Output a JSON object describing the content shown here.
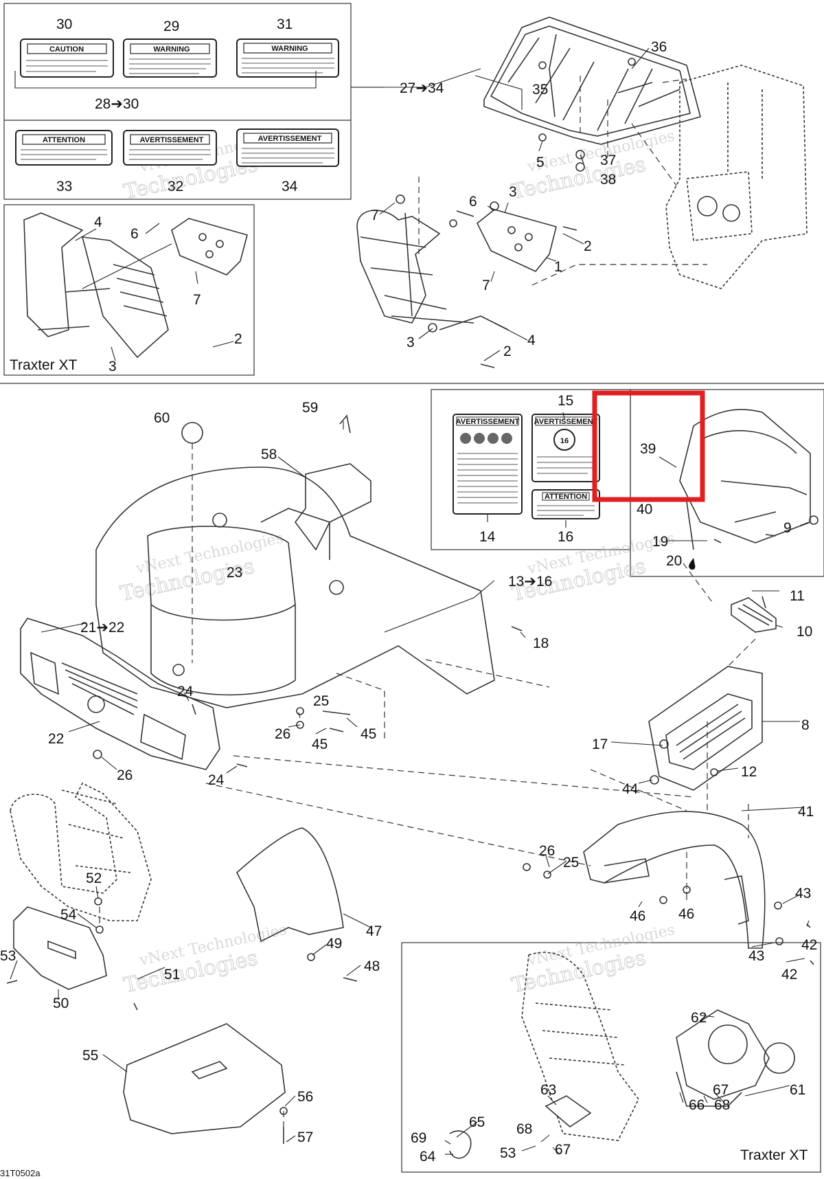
{
  "diagram": {
    "reference_code": "31T0502a",
    "inset_captions": {
      "top_left": "Traxter XT",
      "bottom_right": "Traxter XT"
    },
    "watermark": {
      "line1": "vNext",
      "line2": "Technologies",
      "full": "vNext Technologies"
    },
    "highlight_color": "#e02020",
    "decals": {
      "d30": {
        "title": "CAUTION"
      },
      "d29": {
        "title": "WARNING"
      },
      "d31": {
        "title": "WARNING"
      },
      "d33": {
        "title": "ATTENTION"
      },
      "d32": {
        "title": "AVERTISSEMENT"
      },
      "d34": {
        "title": "AVERTISSEMENT"
      },
      "d14": {
        "title": "AVERTISSEMENT"
      },
      "d15": {
        "title": "AVERTISSEMENT",
        "badge": "16"
      },
      "d16": {
        "title": "ATTENTION"
      }
    },
    "callouts": {
      "c30": "30",
      "c29": "29",
      "c31": "31",
      "c28": "28➔30",
      "c33": "33",
      "c32": "32",
      "c34": "34",
      "c27": "27➔34",
      "c35": "35",
      "c36": "36",
      "c5": "5",
      "c37": "37",
      "c38": "38",
      "c3a": "3",
      "c6a": "6",
      "c7a": "7",
      "c2a": "2",
      "c1": "1",
      "c7b": "7",
      "c3b": "3",
      "c4a": "4",
      "c2b": "2",
      "c4b": "4",
      "c6b": "6",
      "c7c": "7",
      "c3c": "3",
      "c2c": "2",
      "c15": "15",
      "c39": "39",
      "c40": "40",
      "c9": "9",
      "c14": "14",
      "c16": "16",
      "c19": "19",
      "c20": "20",
      "c60": "60",
      "c59": "59",
      "c58": "58",
      "c23": "23",
      "c13": "13➔16",
      "c11": "11",
      "c10": "10",
      "c21": "21➔22",
      "c18": "18",
      "c24a": "24",
      "c25a": "25",
      "c26a": "26",
      "c45a": "45",
      "c45b": "45",
      "c22": "22",
      "c26b": "26",
      "c24b": "24",
      "c8": "8",
      "c17": "17",
      "c12": "12",
      "c44": "44",
      "c41": "41",
      "c26c": "26",
      "c25b": "25",
      "c46a": "46",
      "c46b": "46",
      "c43a": "43",
      "c42a": "42",
      "c43b": "43",
      "c42b": "42",
      "c52": "52",
      "c54": "54",
      "c53a": "53",
      "c50": "50",
      "c51": "51",
      "c47": "47",
      "c49": "49",
      "c48": "48",
      "c55": "55",
      "c56": "56",
      "c57": "57",
      "c62": "62",
      "c61": "61",
      "c67a": "67",
      "c66": "66",
      "c68a": "68",
      "c63": "63",
      "c65": "65",
      "c69": "69",
      "c64": "64",
      "c68b": "68",
      "c53b": "53",
      "c67b": "67"
    }
  }
}
